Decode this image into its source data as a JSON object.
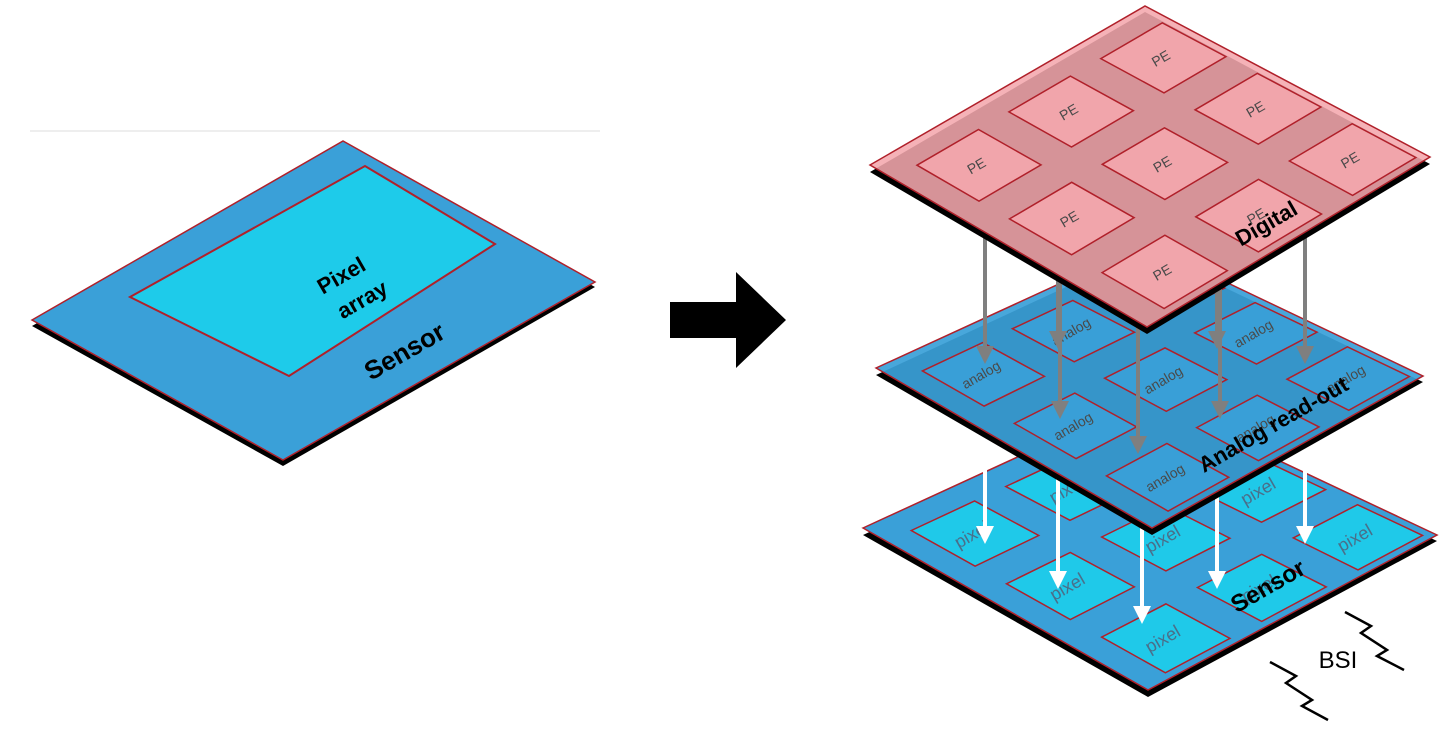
{
  "colors": {
    "sensor_blue": "#3aa0d8",
    "pixel_cyan": "#1ecbea",
    "digital_pink": "#f4a7ad",
    "cell_border": "#b0202a",
    "arrow_gray": "#7f7f7f",
    "arrow_white": "#ffffff",
    "edge_black": "#000000"
  },
  "left_chip": {
    "inner_label_line1": "Pixel",
    "inner_label_line2": "array",
    "chip_label": "Sensor"
  },
  "transition_arrow": {
    "icon": "right-arrow-icon"
  },
  "stack": {
    "digital_layer": {
      "label": "Digital",
      "cell_label": "PE",
      "cell_count": 9
    },
    "analog_layer": {
      "label": "Analog read-out",
      "cell_label": "analog",
      "cell_count": 9
    },
    "sensor_layer": {
      "label": "Sensor",
      "cell_label": "pixel",
      "cell_count": 9
    },
    "illumination": {
      "label": "BSI",
      "icon": "lightning-bolt-icon"
    }
  }
}
